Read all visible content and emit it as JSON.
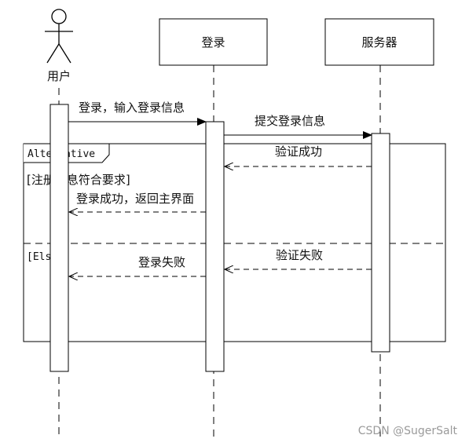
{
  "participants": {
    "user": "用户",
    "login": "登录",
    "server": "服务器"
  },
  "fragment": {
    "label": "Alternative",
    "guard_true": "[注册信息符合要求]",
    "guard_else": "[Else]"
  },
  "messages": {
    "m1": "登录，输入登录信息",
    "m2": "提交登录信息",
    "m3": "验证成功",
    "m4": "登录成功，返回主界面",
    "m5": "验证失败",
    "m6": "登录失败"
  },
  "watermark": "CSDN @SugerSalt"
}
